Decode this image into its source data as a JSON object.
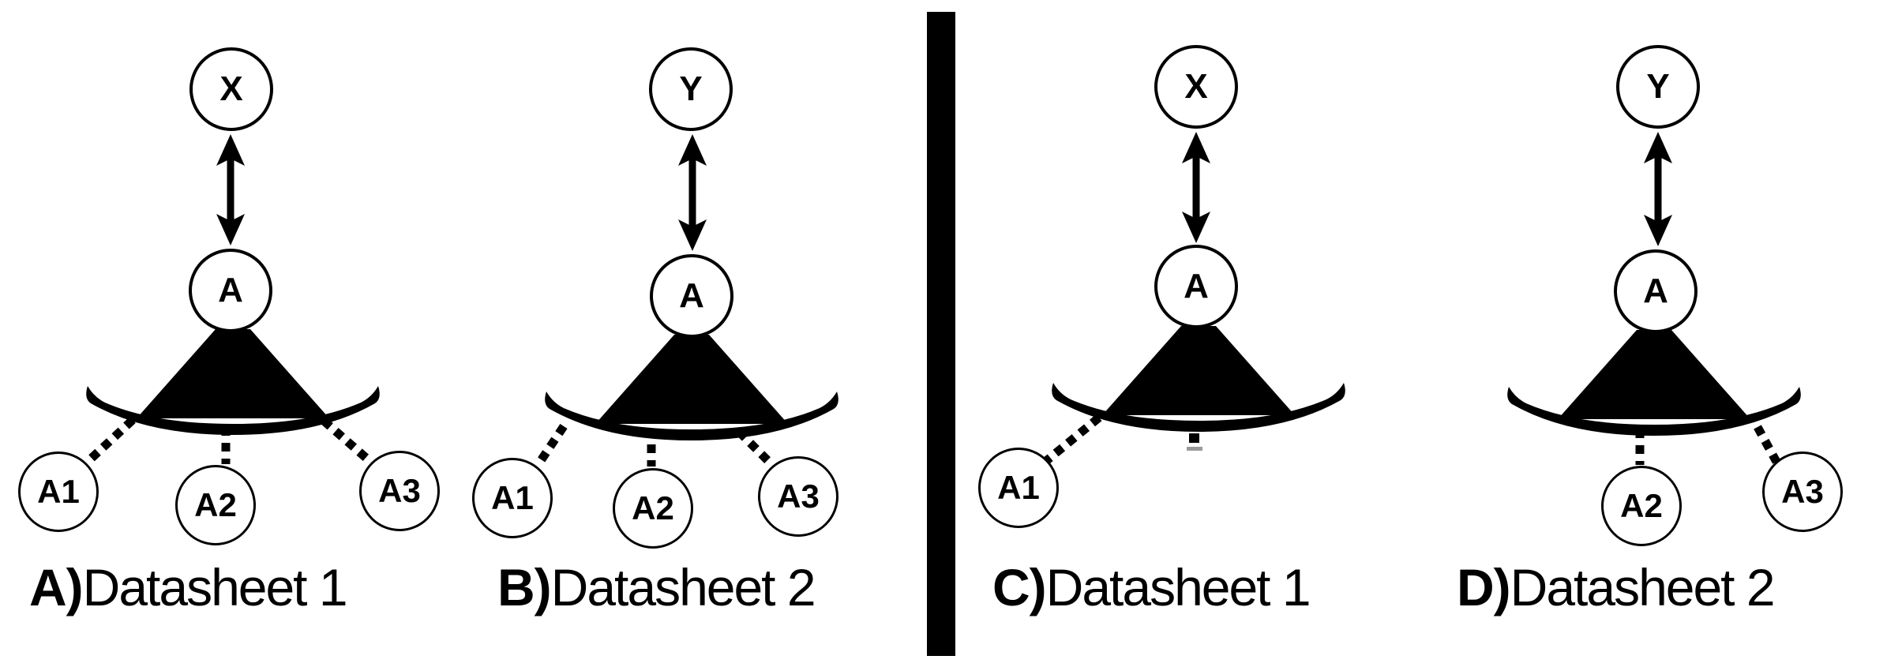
{
  "figure": {
    "panels": [
      {
        "key": "A",
        "top_node": "X",
        "hub_node": "A",
        "caption_prefix": "A)",
        "caption_text": "Datasheet 1",
        "children": [
          "A1",
          "A2",
          "A3"
        ]
      },
      {
        "key": "B",
        "top_node": "Y",
        "hub_node": "A",
        "caption_prefix": "B)",
        "caption_text": "Datasheet 2",
        "children": [
          "A1",
          "A2",
          "A3"
        ]
      },
      {
        "key": "C",
        "top_node": "X",
        "hub_node": "A",
        "caption_prefix": "C)",
        "caption_text": "Datasheet 1",
        "children": [
          "A1"
        ]
      },
      {
        "key": "D",
        "top_node": "Y",
        "hub_node": "A",
        "caption_prefix": "D)",
        "caption_text": "Datasheet 2",
        "children": [
          "A2",
          "A3"
        ]
      }
    ],
    "colors": {
      "ink": "#000000",
      "paper": "#ffffff",
      "artifact_gray": "#9a9a9a"
    }
  }
}
